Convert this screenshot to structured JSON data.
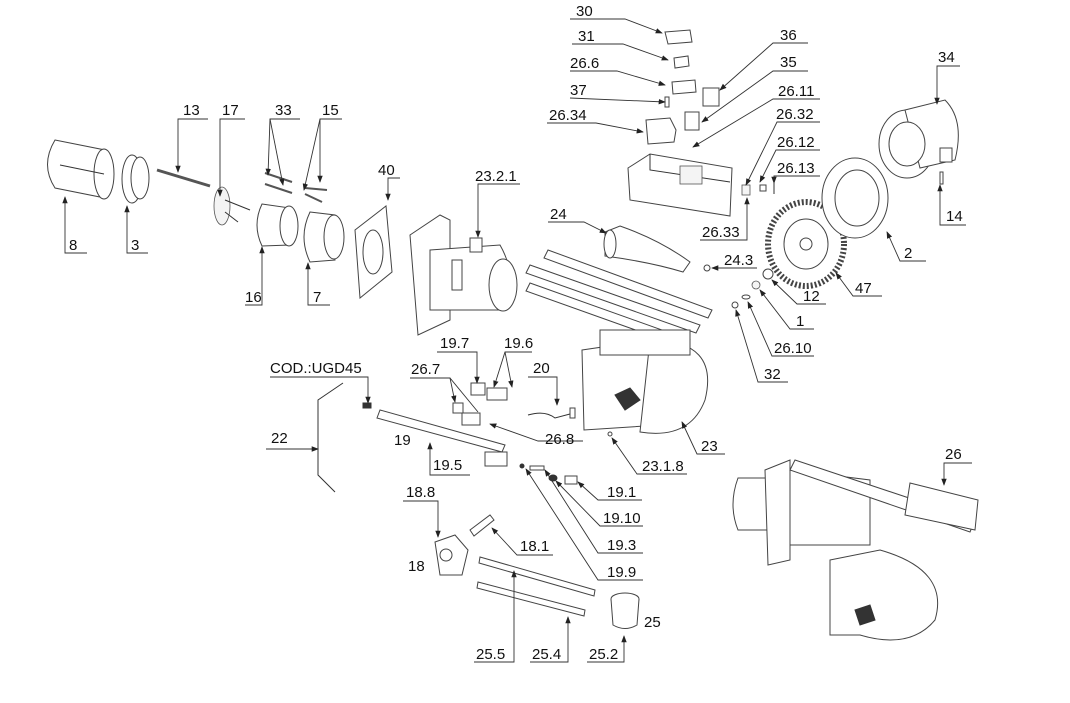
{
  "diagram": {
    "title": "Exploded view – burner spare parts",
    "code_label": "COD.:UGD45",
    "callouts": [
      {
        "id": "30",
        "label": "30",
        "part": "cover"
      },
      {
        "id": "31",
        "label": "31",
        "part": "clip"
      },
      {
        "id": "26.6",
        "label": "26.6",
        "part": "bracket"
      },
      {
        "id": "37",
        "label": "37",
        "part": "pin"
      },
      {
        "id": "26.34",
        "label": "26.34",
        "part": "transformer"
      },
      {
        "id": "36",
        "label": "36",
        "part": "relay"
      },
      {
        "id": "35",
        "label": "35",
        "part": "connector"
      },
      {
        "id": "26.11",
        "label": "26.11",
        "part": "control-box"
      },
      {
        "id": "26.32",
        "label": "26.32",
        "part": "terminal"
      },
      {
        "id": "26.12",
        "label": "26.12",
        "part": "switch"
      },
      {
        "id": "26.13",
        "label": "26.13",
        "part": "screw"
      },
      {
        "id": "26.33",
        "label": "26.33",
        "part": "terminal-block"
      },
      {
        "id": "34",
        "label": "34",
        "part": "motor"
      },
      {
        "id": "14",
        "label": "14",
        "part": "key"
      },
      {
        "id": "2",
        "label": "2",
        "part": "flange"
      },
      {
        "id": "47",
        "label": "47",
        "part": "fan-wheel"
      },
      {
        "id": "12",
        "label": "12",
        "part": "coupling"
      },
      {
        "id": "1",
        "label": "1",
        "part": "coupling-star"
      },
      {
        "id": "26.10",
        "label": "26.10",
        "part": "screw"
      },
      {
        "id": "32",
        "label": "32",
        "part": "nut"
      },
      {
        "id": "24",
        "label": "24",
        "part": "cover-casing"
      },
      {
        "id": "24.3",
        "label": "24.3",
        "part": "nut"
      },
      {
        "id": "13",
        "label": "13",
        "part": "rod"
      },
      {
        "id": "17",
        "label": "17",
        "part": "diffuser"
      },
      {
        "id": "33",
        "label": "33",
        "part": "electrode"
      },
      {
        "id": "15",
        "label": "15",
        "part": "electrode"
      },
      {
        "id": "40",
        "label": "40",
        "part": "gasket"
      },
      {
        "id": "23.2.1",
        "label": "23.2.1",
        "part": "bracket"
      },
      {
        "id": "8",
        "label": "8",
        "part": "blast-tube"
      },
      {
        "id": "3",
        "label": "3",
        "part": "ring"
      },
      {
        "id": "16",
        "label": "16",
        "part": "head"
      },
      {
        "id": "7",
        "label": "7",
        "part": "sleeve"
      },
      {
        "id": "19.7",
        "label": "19.7",
        "part": "connector"
      },
      {
        "id": "19.6",
        "label": "19.6",
        "part": "connector"
      },
      {
        "id": "26.7",
        "label": "26.7",
        "part": "cap"
      },
      {
        "id": "20",
        "label": "20",
        "part": "photocell"
      },
      {
        "id": "26.8",
        "label": "26.8",
        "part": "cap"
      },
      {
        "id": "22",
        "label": "22",
        "part": "pipe"
      },
      {
        "id": "19",
        "label": "19",
        "part": "nozzle-holder"
      },
      {
        "id": "19.5",
        "label": "19.5",
        "part": "tube"
      },
      {
        "id": "23",
        "label": "23",
        "part": "housing"
      },
      {
        "id": "23.1.8",
        "label": "23.1.8",
        "part": "screw"
      },
      {
        "id": "19.1",
        "label": "19.1",
        "part": "nozzle"
      },
      {
        "id": "19.10",
        "label": "19.10",
        "part": "seal"
      },
      {
        "id": "19.3",
        "label": "19.3",
        "part": "filter"
      },
      {
        "id": "19.9",
        "label": "19.9",
        "part": "ball"
      },
      {
        "id": "18.8",
        "label": "18.8",
        "part": "valve"
      },
      {
        "id": "18",
        "label": "18",
        "part": "pump"
      },
      {
        "id": "18.1",
        "label": "18.1",
        "part": "coupling"
      },
      {
        "id": "25.5",
        "label": "25.5",
        "part": "hose"
      },
      {
        "id": "25.4",
        "label": "25.4",
        "part": "hose"
      },
      {
        "id": "25.2",
        "label": "25.2",
        "part": "filter-bowl"
      },
      {
        "id": "25",
        "label": "25",
        "part": "filter"
      },
      {
        "id": "26",
        "label": "26",
        "part": "assembly"
      }
    ]
  }
}
